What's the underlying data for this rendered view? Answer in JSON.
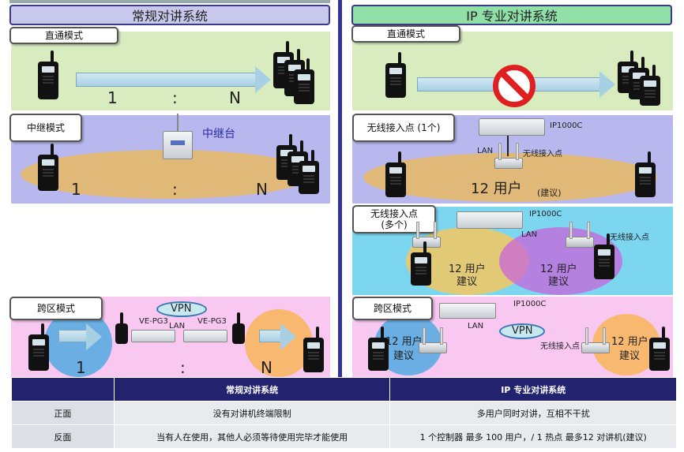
{
  "headers": {
    "left": "常规对讲系统",
    "right": "IP 专业对讲系统"
  },
  "left": {
    "direct": {
      "label": "直通模式",
      "r1": "1",
      "r2": ":",
      "r3": "N"
    },
    "repeater": {
      "label": "中继模式",
      "station": "中继台",
      "r1": "1",
      "r2": ":",
      "r3": "N"
    },
    "cross": {
      "label": "跨区模式",
      "vpn": "VPN",
      "dev1": "VE-PG3",
      "dev2": "VE-PG3",
      "lan": "LAN",
      "r1": "1",
      "r2": ":",
      "r3": "N"
    }
  },
  "right": {
    "direct": {
      "label": "直通模式"
    },
    "single": {
      "label": "无线接入点 (1个)",
      "model": "IP1000C",
      "lan": "LAN",
      "ap": "无线接入点",
      "users": "12 用户",
      "suggest": "(建议)"
    },
    "multi": {
      "label1": "无线接入点",
      "label2": "(多个)",
      "model": "IP1000C",
      "lan": "LAN",
      "ap": "无线接入点",
      "users1": "12 用户",
      "sug1": "建议",
      "users2": "12 用户",
      "sug2": "建议"
    },
    "cross": {
      "label": "跨区模式",
      "model": "IP1000C",
      "lan": "LAN",
      "vpn": "VPN",
      "ap": "无线接入点",
      "users1": "12 用户",
      "sug1": "建议",
      "users2": "12 用户",
      "sug2": "建议"
    }
  },
  "table": {
    "h0": "",
    "h1": "常规对讲系统",
    "h2": "IP 专业对讲系统",
    "rows": [
      {
        "name": "正面",
        "c1": "没有对讲机终端限制",
        "c2": "多用户同时对讲，互相不干扰"
      },
      {
        "name": "反面",
        "c1": "当有人在使用，其他人必须等待使用完毕才能使用",
        "c2": "1 个控制器 最多 100 用户，/ 1 热点 最多12 对讲机(建议)"
      }
    ]
  },
  "colors": {
    "green": "#d8ecc0",
    "lavender": "#b8b8ee",
    "cyan": "#7cd6f0",
    "pink": "#f8c8f0",
    "divider": "#33339a"
  }
}
